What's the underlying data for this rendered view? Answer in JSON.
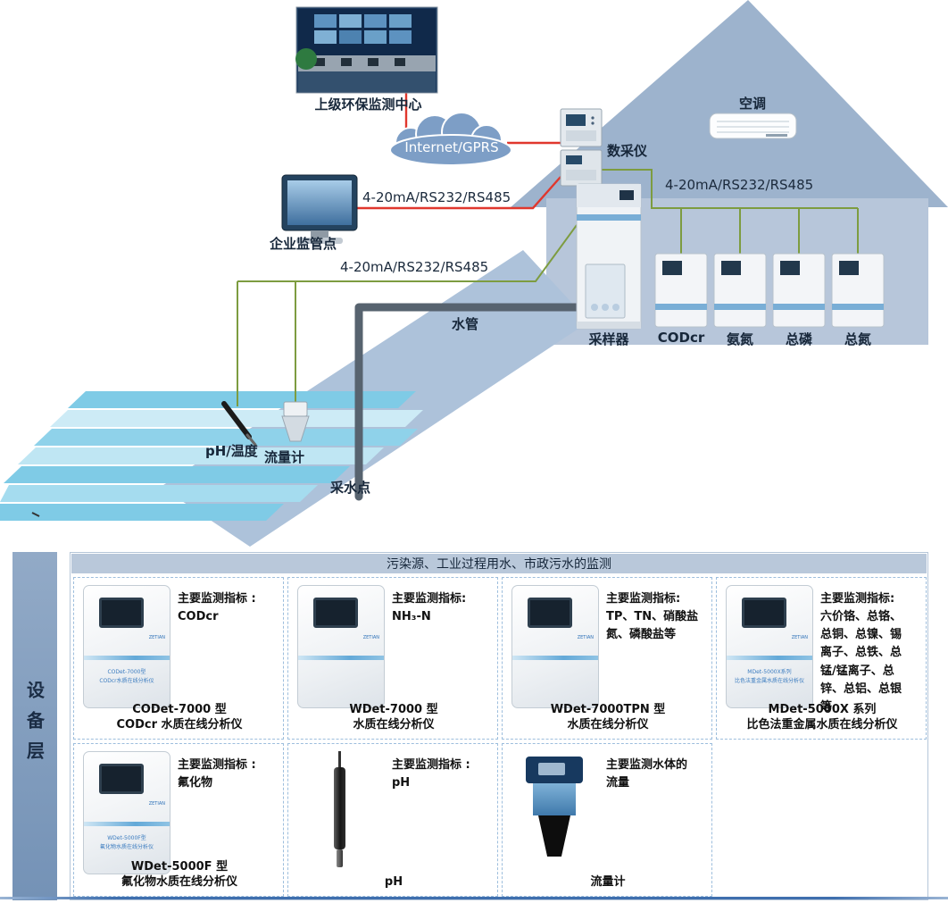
{
  "colors": {
    "house": "#b7c6da",
    "water": "#7fcbe6",
    "link_red": "#e0372d",
    "link_green": "#7d9c40"
  },
  "diagram": {
    "monitoring_center": "上级环保监测中心",
    "internet": "Internet/GPRS",
    "collector": "数采仪",
    "ac": "空调",
    "bus_right": "4-20mA/RS232/RS485",
    "bus_monitor": "4-20mA/RS232/RS485",
    "bus_sensors": "4-20mA/RS232/RS485",
    "enterprise": "企业监管点",
    "pipe": "水管",
    "sampler": "采样器",
    "analyzers": [
      "CODcr",
      "氨氮",
      "总磷",
      "总氮"
    ],
    "ph_temp": "pH/温度",
    "flowmeter": "流量计",
    "water_point": "采水点"
  },
  "equipment": {
    "side_label": "设备层",
    "header": "污染源、工业过程用水、市政污水的监测",
    "brand": "ZETIAN",
    "cards": [
      {
        "spec": "主要监测指标 :\nCODcr",
        "name": "CODet-7000 型\nCODcr 水质在线分析仪",
        "device_label": "CODet-7000型\nCODcr水质在线分析仪"
      },
      {
        "spec": "主要监测指标:\nNH₃-N",
        "name": "WDet-7000 型\n水质在线分析仪",
        "device_label": ""
      },
      {
        "spec": "主要监测指标:\nTP、TN、硝酸盐\n氮、磷酸盐等",
        "name": "WDet-7000TPN 型\n水质在线分析仪",
        "device_label": ""
      },
      {
        "spec": "主要监测指标:\n六价铬、总铬、\n总铜、总镍、锡\n离子、总铁、总\n锰/锰离子、总\n锌、总铝、总银\n等",
        "name": "MDet-5000X 系列\n比色法重金属水质在线分析仪",
        "device_label": "MDet-5000X系列\n比色法重金属水质在线分析仪"
      },
      {
        "spec": "主要监测指标 :\n氟化物",
        "name": "WDet-5000F 型\n氟化物水质在线分析仪",
        "device_label": "WDet-5000F型\n氟化物水质在线分析仪"
      },
      {
        "spec": "主要监测指标 :\npH",
        "name": "pH",
        "device_label": ""
      },
      {
        "spec": "主要监测水体的\n流量",
        "name": "流量计",
        "device_label": ""
      }
    ]
  }
}
